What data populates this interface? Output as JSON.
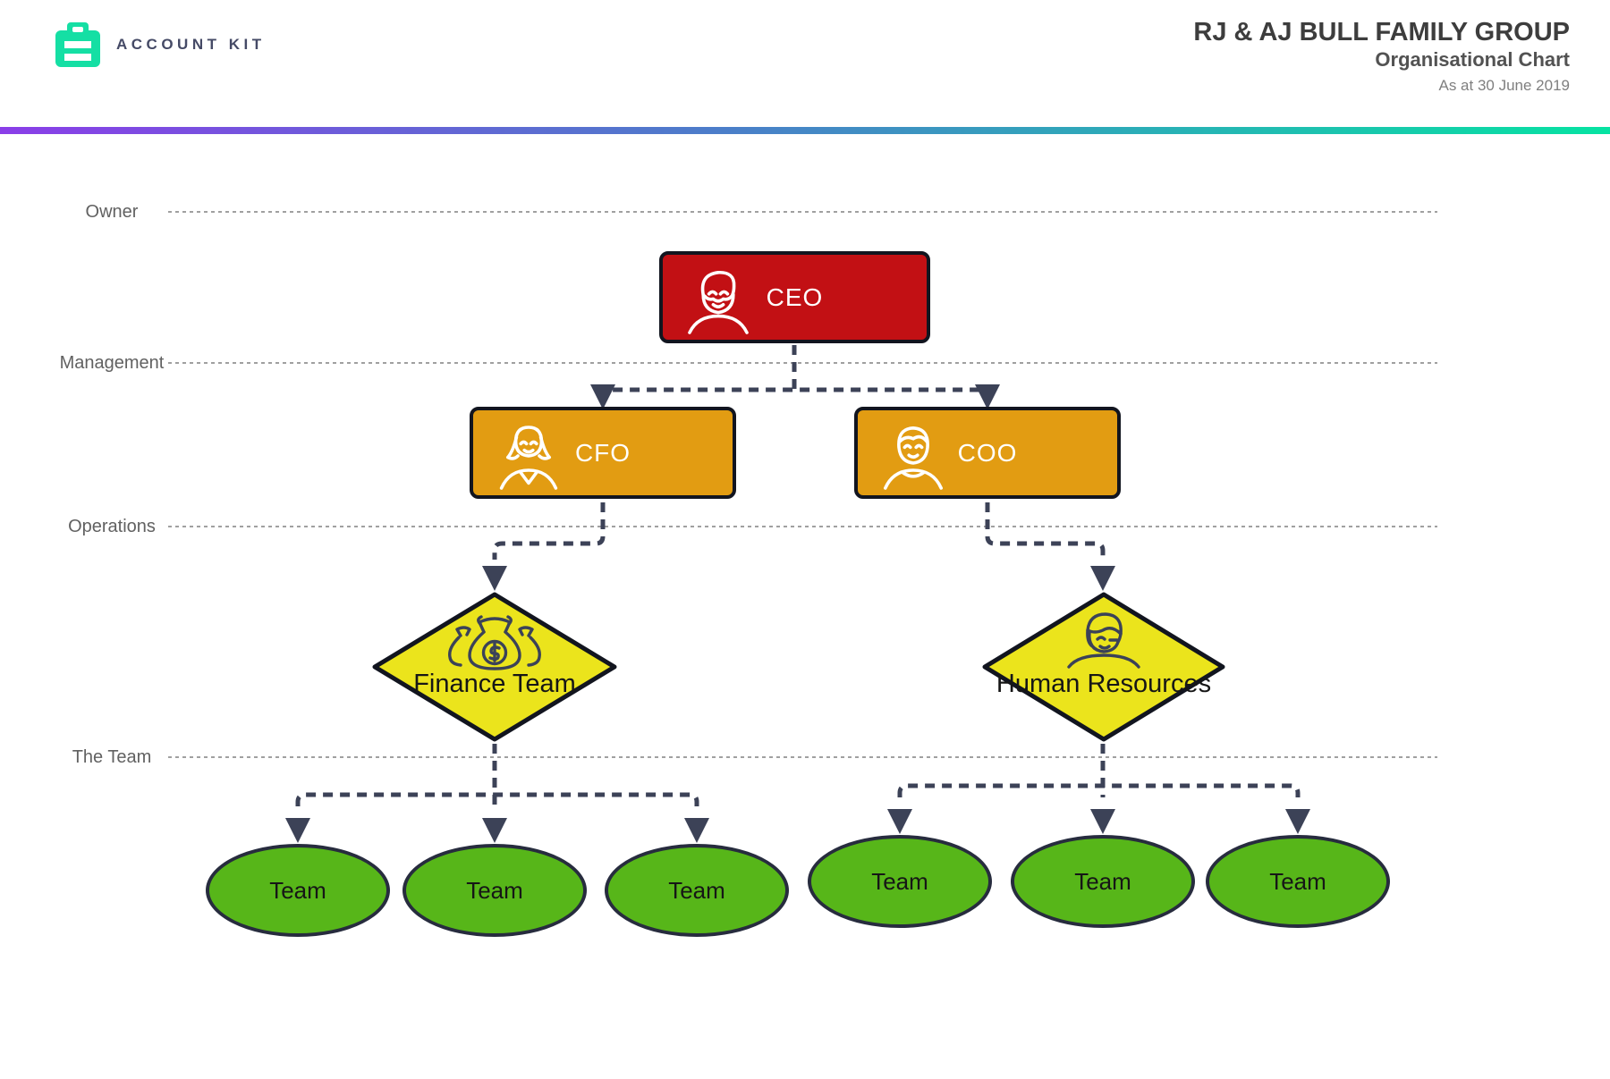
{
  "header": {
    "brand": "ACCOUNT KIT",
    "title": "RJ & AJ BULL FAMILY GROUP",
    "subtitle": "Organisational Chart",
    "date_line": "As at 30 June 2019"
  },
  "lanes": [
    {
      "label": "Owner"
    },
    {
      "label": "Management"
    },
    {
      "label": "Operations"
    },
    {
      "label": "The Team"
    }
  ],
  "org": {
    "ceo": {
      "label": "CEO"
    },
    "cfo": {
      "label": "CFO"
    },
    "coo": {
      "label": "COO"
    },
    "finance": {
      "label": "Finance Team"
    },
    "hr": {
      "label": "Human Resources"
    },
    "finance_teams": [
      {
        "label": "Team"
      },
      {
        "label": "Team"
      },
      {
        "label": "Team"
      }
    ],
    "hr_teams": [
      {
        "label": "Team"
      },
      {
        "label": "Team"
      },
      {
        "label": "Team"
      }
    ]
  },
  "colors": {
    "brand_teal": "#15dfa4",
    "accent_gradient_start": "#8a3ee8",
    "accent_gradient_mid": "#4b7ec9",
    "accent_gradient_end": "#06e3a2",
    "ceo_red": "#c21014",
    "exec_orange": "#e29c12",
    "dept_yellow": "#ebe41c",
    "team_green": "#57b619",
    "connector": "#3c4257",
    "node_border": "#12151f"
  }
}
